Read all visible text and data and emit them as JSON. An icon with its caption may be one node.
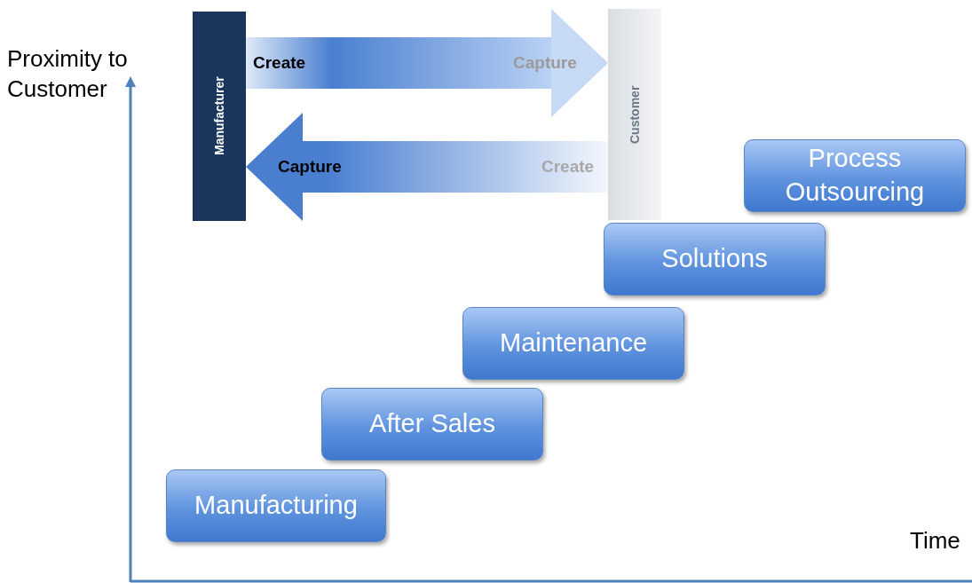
{
  "diagram": {
    "nodes": [
      {
        "text": [
          "Manufacturer"
        ]
      },
      {
        "text": [
          "Customer"
        ]
      },
      {
        "text": [
          "Process Outsourcing"
        ]
      },
      {
        "text": [
          "Solutions"
        ]
      },
      {
        "text": [
          "Maintenance"
        ]
      },
      {
        "text": [
          "After Sales"
        ]
      },
      {
        "text": [
          "Manufacturing"
        ]
      }
    ],
    "edges": [
      {
        "from": 0,
        "to": 1,
        "arrow": "to"
      },
      {
        "from": 1,
        "to": 0,
        "arrow": "to"
      }
    ],
    "labels": [
      "Proximity to Customer",
      "Create",
      "Capture",
      "Capture",
      "Create",
      "Time"
    ]
  }
}
